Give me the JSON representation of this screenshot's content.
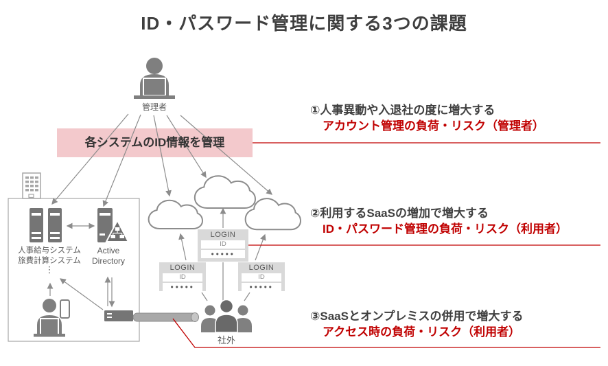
{
  "title": "ID・パスワード管理に関する3つの課題",
  "admin": {
    "label": "管理者"
  },
  "pink_box": {
    "text": "各システムのID情報を管理"
  },
  "onprem": {
    "systems": [
      "人事給与システム",
      "旅費計算システム"
    ],
    "more": "⋮",
    "ad": [
      "Active",
      "Directory"
    ]
  },
  "login_box": {
    "title": "LOGIN",
    "id": "ID",
    "password": "●●●●●"
  },
  "external_label": "社外",
  "issues": [
    {
      "heading": "①人事異動や入退社の度に増大する",
      "risk": "アカウント管理の負荷・リスク（管理者）"
    },
    {
      "heading": "②利用するSaaSの増加で増大する",
      "risk": "ID・パスワード管理の負荷・リスク（利用者）"
    },
    {
      "heading": "③SaaSとオンプレミスの併用で増大する",
      "risk": "アクセス時の負荷・リスク（利用者）"
    }
  ],
  "colors": {
    "accent_red": "#c00000",
    "pink_bg": "#f3c9cc",
    "icon_gray": "#757575",
    "line_gray": "#8c8c8c",
    "text_dark": "#404040",
    "label_gray": "#595959"
  }
}
